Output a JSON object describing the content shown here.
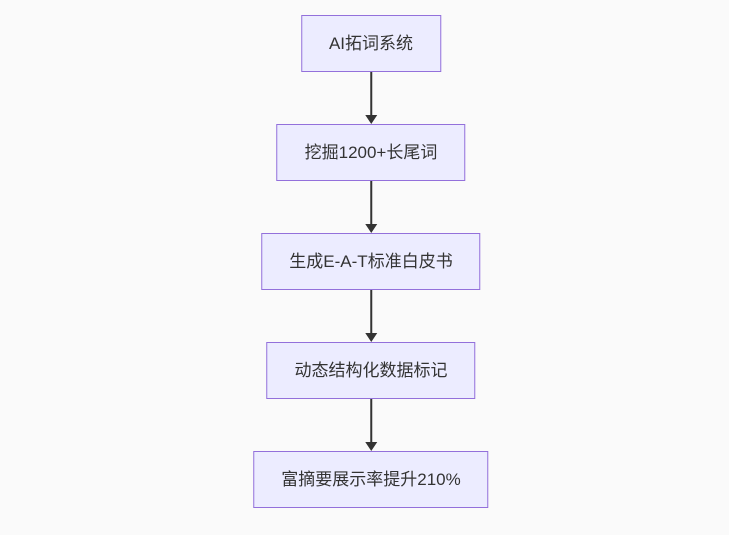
{
  "flow": {
    "type": "flowchart",
    "direction": "top-down",
    "colors": {
      "background": "#fafafa",
      "node-fill": "#ECECFF",
      "node-border": "#9370DB",
      "text": "#333333",
      "arrow": "#333333"
    },
    "nodes": [
      {
        "label": "AI拓词系统"
      },
      {
        "label": "挖掘1200+长尾词"
      },
      {
        "label": "生成E-A-T标准白皮书"
      },
      {
        "label": "动态结构化数据标记"
      },
      {
        "label": "富摘要展示率提升210%"
      }
    ]
  }
}
